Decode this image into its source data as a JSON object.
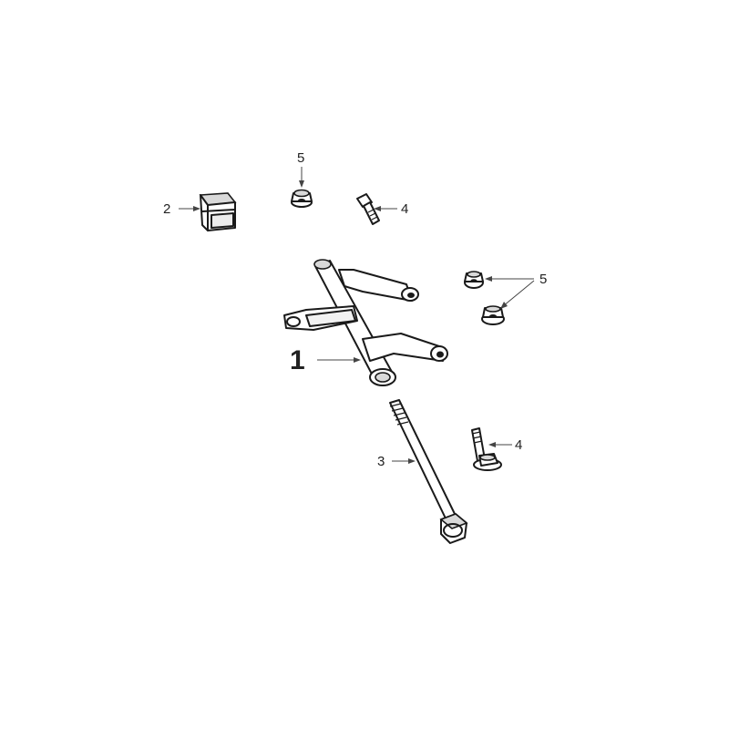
{
  "diagram": {
    "type": "exploded-parts-diagram",
    "callouts": {
      "arm": "1",
      "bushing": "2",
      "long_bolt": "3",
      "bolt_top": "4",
      "bolt_bottom": "4",
      "nut_top": "5",
      "nuts_right": "5"
    },
    "colors": {
      "outline": "#1a1a1a",
      "shade": "#d9d9d9",
      "leader": "#444444",
      "background": "#ffffff"
    }
  }
}
